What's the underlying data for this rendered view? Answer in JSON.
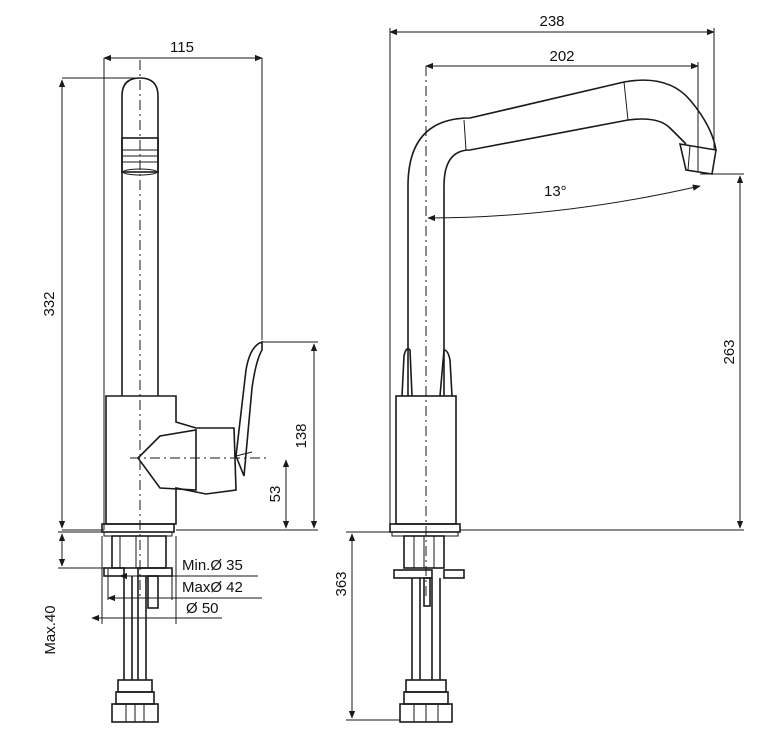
{
  "diagram": {
    "dimensions": {
      "width_overall": "115",
      "height_overall": "332",
      "handle_height": "138",
      "lever_pivot_height": "53",
      "side_reach_total": "238",
      "side_reach_spout": "202",
      "spout_angle": "13°",
      "spout_outlet_height": "263",
      "hose_length": "363",
      "max_counter_thickness": "Max.40",
      "min_hole": "Min.Ø 35",
      "max_hole": "MaxØ 42",
      "base_diameter": "Ø 50"
    }
  }
}
